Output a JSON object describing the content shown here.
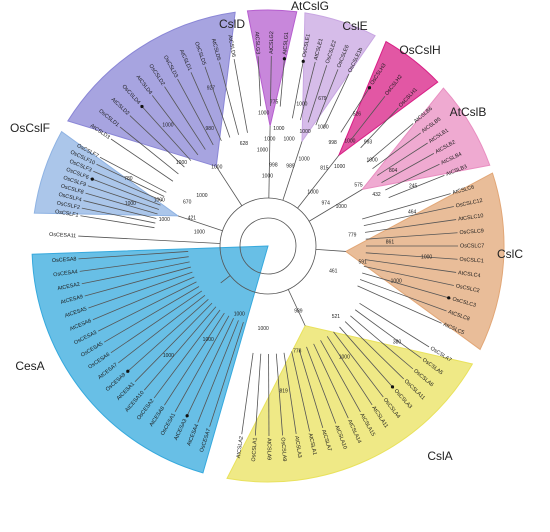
{
  "colors": {
    "CsID": "#8a86d6",
    "AtCslG": "#b65fcf",
    "CslE": "#c8a6e2",
    "OsCslH": "#d81f86",
    "AtCslB": "#e98ec1",
    "OsCslF": "#8fb3e3",
    "CslC": "#e2a777",
    "CesA": "#36a9dd",
    "CslA": "#e9e25d"
  },
  "clades": [
    {
      "key": "CsID",
      "label": "CslD",
      "leaves": [
        "AtCSLD3",
        "OsCSLD1",
        "AtCSLD2",
        "OsCSLD4",
        "AtCSLD4",
        "OsCSLD2",
        "OsCSLD3",
        "AtCSLD1",
        "OsCSLD5",
        "AtCSLD5",
        "AtCSLD6"
      ],
      "starred": [
        "OsCSLD4"
      ]
    },
    {
      "key": "AtCslG",
      "label": "AtCslG",
      "leaves": [
        "AtCSLG3",
        "AtCSLG2",
        "AtCSLG1"
      ],
      "starred": [
        "AtCSLG1"
      ]
    },
    {
      "key": "CslE",
      "label": "CslE",
      "leaves": [
        "OsCSLE1",
        "AtCSLE1",
        "OsCSLE2",
        "OsCSLE6",
        "OsCSLE1b"
      ],
      "starred": [
        "OsCSLE1"
      ]
    },
    {
      "key": "OsCslH",
      "label": "OsCslH",
      "leaves": [
        "OsCSLH3",
        "OsCSLH2",
        "OsCSLH1"
      ],
      "starred": [
        "OsCSLH3"
      ]
    },
    {
      "key": "AtCslB",
      "label": "AtCslB",
      "leaves": [
        "AtCSLB6",
        "AtCSLB5",
        "AtCSLB1",
        "AtCSLB2",
        "AtCSLB4",
        "AtCSLB3"
      ],
      "starred": []
    },
    {
      "key": "OsCslF",
      "label": "OsCslF",
      "leaves": [
        "OsCSLF1",
        "OsCSLF2",
        "OsCSLF4",
        "OsCSLF8",
        "OsCSLF9",
        "OsCSLF6",
        "OsCSLF3",
        "OsCSLF10",
        "OsCSLF7"
      ],
      "starred": [
        "OsCSLF6"
      ]
    },
    {
      "key": "CslC",
      "label": "CslC",
      "leaves": [
        "AtCSLC6",
        "OsCSLC12",
        "AtCSLC10",
        "OsCSLC9",
        "OsCSLC7",
        "OsCSLC1",
        "AtCSLC4",
        "OsCSLC2",
        "OsCSLC3",
        "AtCSLC8",
        "AtCSLC5"
      ],
      "starred": [
        "OsCSLC3"
      ]
    },
    {
      "key": "CesA",
      "label": "CesA",
      "leaves": [
        "OsCESA8",
        "OsCESA4",
        "AtCESA2",
        "AtCESA9",
        "AtCESA5",
        "AtCESA6",
        "OsCESA3",
        "OsCESA5",
        "OsCESA6",
        "AtCESA7",
        "OsCESA9",
        "AtCESA1",
        "AtCESA10",
        "OsCESA2",
        "AtCESA8",
        "OsCESA1",
        "AtCESA3",
        "AtCESA4",
        "OsCESA7"
      ],
      "starred": [
        "OsCESA9",
        "AtCESA3"
      ]
    },
    {
      "key": "CslA",
      "label": "CslA",
      "leaves": [
        "OsCSLA7",
        "OsCSLA5",
        "OsCSLA6",
        "OsCSLA11",
        "OsCSLA3",
        "OsCSLA4",
        "AtCSLA11",
        "AtCSLA15",
        "AtCSLA14",
        "AtCSLA10",
        "AtCSLA7",
        "AtCSLA1",
        "AtCSLA3",
        "OsCSLA9",
        "AtCSLA9",
        "OsCSLA1",
        "AtCSLA2"
      ],
      "starred": [
        "OsCSLA3"
      ]
    }
  ],
  "outlier": "OsCESA11",
  "bootstrap": [
    "1000",
    "1000",
    "1000",
    "421",
    "1000",
    "780",
    "670",
    "1000",
    "1000",
    "1000",
    "1000",
    "980",
    "927",
    "628",
    "1000",
    "1000",
    "1000",
    "1000",
    "775",
    "998",
    "1000",
    "1000",
    "1000",
    "989",
    "1000",
    "679",
    "1000",
    "1000",
    "998",
    "526",
    "815",
    "1000",
    "1000",
    "1000",
    "993",
    "1000",
    "974",
    "575",
    "804",
    "1000",
    "432",
    "245",
    "464",
    "779",
    "861",
    "1000",
    "591",
    "1000",
    "461",
    "380",
    "521",
    "1000",
    "989",
    "778",
    "819",
    "1000",
    "1000",
    "1000",
    "1000"
  ]
}
